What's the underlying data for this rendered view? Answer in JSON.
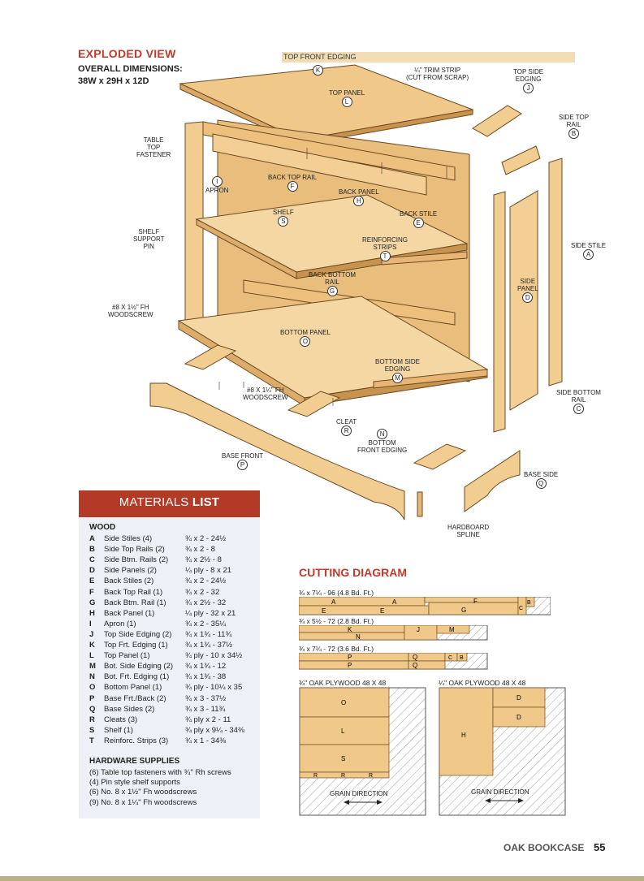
{
  "exploded": {
    "title": "EXPLODED VIEW",
    "dims_heading": "OVERALL DIMENSIONS:",
    "dims_value": "38W x 29H x 12D",
    "top_front_edging_prefix": "TOP FRONT",
    "top_front_edging_suffix": " EDGING"
  },
  "parts": {
    "K": "K",
    "trim_strip_1": "¼\" TRIM STRIP",
    "trim_strip_2": "(CUT FROM SCRAP)",
    "top_side_edging_1": "TOP SIDE",
    "top_side_edging_2": "EDGING",
    "J": "J",
    "top_panel": "TOP PANEL",
    "L": "L",
    "side_top_rail_1": "SIDE TOP",
    "side_top_rail_2": "RAIL",
    "B": "B",
    "fastener_1": "TABLE",
    "fastener_2": "TOP",
    "fastener_3": "FASTENER",
    "I": "I",
    "apron": "APRON",
    "back_top_rail": "BACK TOP RAIL",
    "F": "F",
    "back_panel": "BACK PANEL",
    "H": "H",
    "shelf": "SHELF",
    "S": "S",
    "back_stile": "BACK STILE",
    "E": "E",
    "pin_1": "SHELF",
    "pin_2": "SUPPORT",
    "pin_3": "PIN",
    "reinf_1": "REINFORCING",
    "reinf_2": "STRIPS",
    "T": "T",
    "side_stile": "SIDE STILE",
    "A": "A",
    "back_bottom_rail_1": "BACK BOTTOM",
    "back_bottom_rail_2": "RAIL",
    "G": "G",
    "side_panel_1": "SIDE",
    "side_panel_2": "PANEL",
    "D": "D",
    "screw1_1": "#8 x 1½\" Fh",
    "screw1_2": "WOODSCREW",
    "bottom_panel": "BOTTOM PANEL",
    "O": "O",
    "bottom_side_edging_1": "BOTTOM SIDE",
    "bottom_side_edging_2": "EDGING",
    "M": "M",
    "side_bottom_rail_1": "SIDE BOTTOM",
    "side_bottom_rail_2": "RAIL",
    "C": "C",
    "screw2_1": "#8 x 1¼\" Fh",
    "screw2_2": "WOODSCREW",
    "cleat": "CLEAT",
    "R": "R",
    "N": "N",
    "bottom_front_edging_1": "BOTTOM",
    "bottom_front_edging_2": "FRONT EDGING",
    "base_front": "BASE FRONT",
    "P": "P",
    "base_side": "BASE SIDE",
    "Q": "Q",
    "spline_1": "HARDBOARD",
    "spline_2": "SPLINE"
  },
  "materials": {
    "title_a": "MATERIALS ",
    "title_b": "LIST",
    "wood_heading": "WOOD",
    "items": [
      {
        "letter": "A",
        "name": "Side Stiles (4)",
        "size": "¾ x 2 - 24½"
      },
      {
        "letter": "B",
        "name": "Side Top Rails (2)",
        "size": "¾ x 2 - 8"
      },
      {
        "letter": "C",
        "name": "Side Btm. Rails (2)",
        "size": "¾ x 2½ - 8"
      },
      {
        "letter": "D",
        "name": "Side Panels (2)",
        "size": "¼ ply - 8 x 21"
      },
      {
        "letter": "E",
        "name": "Back Stiles (2)",
        "size": "¾ x 2 - 24½"
      },
      {
        "letter": "F",
        "name": "Back Top Rail (1)",
        "size": "¾ x 2 - 32"
      },
      {
        "letter": "G",
        "name": "Back Btm. Rail (1)",
        "size": "¾ x 2½ - 32"
      },
      {
        "letter": "H",
        "name": "Back Panel (1)",
        "size": "¼ ply - 32 x 21"
      },
      {
        "letter": "I",
        "name": "Apron (1)",
        "size": "¾ x 2 - 35¼"
      },
      {
        "letter": "J",
        "name": "Top Side Edging (2)",
        "size": "¾ x 1¾ - 11¾"
      },
      {
        "letter": "K",
        "name": "Top Frt. Edging (1)",
        "size": "¾ x 1¾ - 37½"
      },
      {
        "letter": "L",
        "name": "Top Panel (1)",
        "size": "¾ ply - 10 x 34½"
      },
      {
        "letter": "M",
        "name": "Bot. Side Edging (2)",
        "size": "¾ x 1¾ - 12"
      },
      {
        "letter": "N",
        "name": "Bot. Frt. Edging (1)",
        "size": "¾ x 1¾ - 38"
      },
      {
        "letter": "O",
        "name": "Bottom Panel (1)",
        "size": "¾ ply - 10¼ x 35"
      },
      {
        "letter": "P",
        "name": "Base Frt./Back (2)",
        "size": "¾ x 3 - 37½"
      },
      {
        "letter": "Q",
        "name": "Base Sides (2)",
        "size": "¾ x 3 - 11¾"
      },
      {
        "letter": "R",
        "name": "Cleats (3)",
        "size": "¾ ply x 2 - 11"
      },
      {
        "letter": "S",
        "name": "Shelf (1)",
        "size": "¾ ply x 9¼ - 34⅜"
      },
      {
        "letter": "T",
        "name": "Reinforc. Strips (3)",
        "size": "¾ x 1 - 34⅜"
      }
    ],
    "hardware_heading": "HARDWARE SUPPLIES",
    "hardware": [
      "(6) Table top fasteners with ¾\" Rh screws",
      "(4) Pin style shelf supports",
      "(6) No. 8 x 1½\" Fh woodscrews",
      "(9) No. 8 x 1¼\" Fh woodscrews"
    ]
  },
  "cutting": {
    "title": "CUTTING DIAGRAM",
    "board1": "¾ x 7¼ - 96 (4.8 Bd. Ft.)",
    "board2": "¾ x 5½ - 72 (2.8 Bd. Ft.)",
    "board3": "¾ x 7¼ - 72 (3.6 Bd. Ft.)",
    "ply1": "¾\" OAK PLYWOOD  48 X 48",
    "ply2": "¼\" OAK PLYWOOD  48 X 48",
    "grain": "GRAIN DIRECTION",
    "b1": {
      "A": "A",
      "E": "E",
      "G": "G",
      "F": "F",
      "C": "C",
      "B": "B"
    },
    "b2": {
      "K": "K",
      "N": "N",
      "J": "J",
      "M": "M"
    },
    "b3": {
      "P": "P",
      "Q": "Q",
      "C": "C",
      "B": "B"
    },
    "p1": {
      "O": "O",
      "L": "L",
      "S": "S",
      "R": "R"
    },
    "p2": {
      "H": "H",
      "D": "D"
    }
  },
  "footer": {
    "title": "OAK BOOKCASE",
    "page": "55"
  }
}
